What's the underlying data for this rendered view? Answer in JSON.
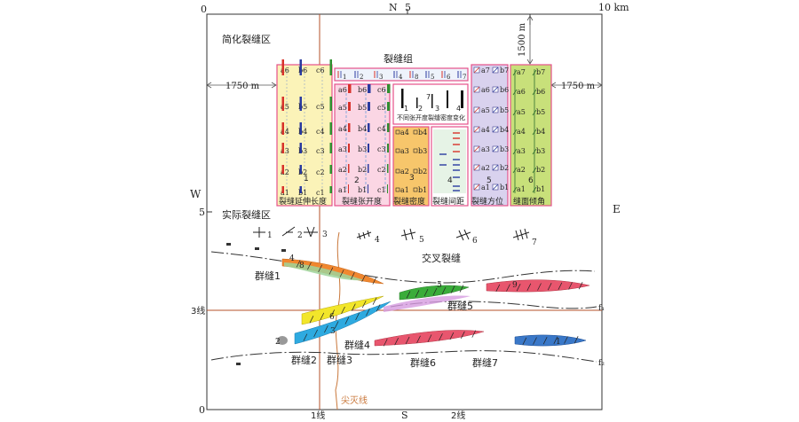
{
  "axis": {
    "top_left": "0",
    "top_mid": "5",
    "top_right": "10 km",
    "north": "N",
    "south": "S",
    "west": "W",
    "east": "E",
    "left_mid": "5",
    "left_bottom": "0",
    "line_3": "3线",
    "line_1": "1线",
    "line_2": "2线",
    "pinchout": "尖灭线",
    "f1": "f₁",
    "f2": "f₂"
  },
  "simplified": {
    "region_title": "简化裂缝区",
    "group_title": "裂缝组",
    "dim_left": "1750 m",
    "dim_right": "1750 m",
    "dim_vertical": "1500 m",
    "boxes": [
      {
        "caption": "裂缝延伸长度",
        "number": "1",
        "color": "#fbf3b8"
      },
      {
        "caption": "裂缝张开度",
        "number": "2",
        "color": "#fbd6e4"
      },
      {
        "caption": "裂缝密度",
        "number": "3",
        "color": "#f7c66b"
      },
      {
        "caption": "裂缝间距",
        "number": "4",
        "color": "#ffffff"
      },
      {
        "caption": "裂缝方位",
        "number": "5",
        "color": "#d9d2ee"
      },
      {
        "caption": "缝面倾角",
        "number": "6",
        "color": "#c8e07a"
      }
    ],
    "col_labels": {
      "a": [
        "a1",
        "a2",
        "a3",
        "a4",
        "a5",
        "a6"
      ],
      "b": [
        "b1",
        "b2",
        "b3",
        "b4",
        "b5",
        "b6"
      ],
      "c": [
        "c1",
        "c2",
        "c3",
        "c4",
        "c5",
        "c6"
      ],
      "a7": [
        "a1",
        "a2",
        "a3",
        "a4",
        "a5",
        "a6",
        "a7"
      ],
      "b7": [
        "b1",
        "b2",
        "b3",
        "b4",
        "b5",
        "b6",
        "b7"
      ]
    },
    "aperture_legend": "不同张开度裂缝密度变化",
    "aperture_nums": [
      "1",
      "7",
      "2",
      "3",
      "4"
    ],
    "strip_nums": [
      "1",
      "2",
      "3",
      "4",
      "8",
      "5",
      "6",
      "7"
    ]
  },
  "actual": {
    "region_title": "实际裂缝区",
    "symbols": [
      "1",
      "2",
      "3",
      "4",
      "5",
      "6",
      "7"
    ],
    "cross": "交叉裂缝",
    "groups": [
      "群缝1",
      "群缝2",
      "群缝3",
      "群缝4",
      "群缝5",
      "群缝6",
      "群缝7"
    ],
    "band_nums": [
      "4",
      "8",
      "5",
      "9",
      "6",
      "2",
      "3",
      "1"
    ]
  }
}
